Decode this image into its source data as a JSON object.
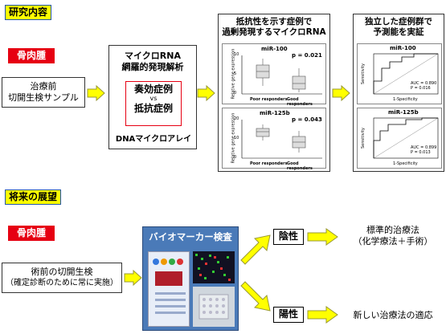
{
  "section1": {
    "header": "研究内容",
    "badge": "骨肉腫",
    "input_box": [
      "治療前",
      "切開生検サンプル"
    ],
    "analysis": {
      "title": [
        "マイクロRNA",
        "網羅的発現解析"
      ],
      "inner": [
        "奏効症例",
        "vs",
        "抵抗症例"
      ],
      "footer": "DNAマイクロアレイ"
    },
    "resistance": {
      "title": [
        "抵抗性を示す症例で",
        "過剰発現するマイクロRNA"
      ],
      "plots": [
        {
          "name": "miR-100",
          "p": "p = 0.021",
          "ylabel": "Relative gene expression",
          "xlabels": [
            "Poor responders",
            "Good responders"
          ],
          "yticks": [
            "10",
            "5",
            "0"
          ]
        },
        {
          "name": "miR-125b",
          "p": "p = 0.043",
          "ylabel": "Relative gene expression",
          "xlabels": [
            "Poor responders",
            "Good responders"
          ],
          "yticks": [
            "20",
            "10",
            "0"
          ]
        }
      ]
    },
    "validation": {
      "title": [
        "独立した症例群で",
        "予測能を実証"
      ],
      "plots": [
        {
          "name": "miR-100",
          "ylabel": "Sensitivity",
          "xlabel": "1-Specificity",
          "auc": [
            "AUC = 0.890",
            "P = 0.016"
          ]
        },
        {
          "name": "miR-125b",
          "ylabel": "Sensitivity",
          "xlabel": "1-Specificity",
          "auc": [
            "AUC = 0.899",
            "P = 0.013"
          ]
        }
      ]
    }
  },
  "section2": {
    "header": "将来の展望",
    "badge": "骨肉腫",
    "input_box": [
      "術前の切開生検",
      "（確定診断のために常に実施）"
    ],
    "biomarker_title": "バイオマーカー検査",
    "negative": {
      "label": "陰性",
      "result": [
        "標準的治療法",
        "（化学療法＋手術）"
      ]
    },
    "positive": {
      "label": "陽性",
      "result": [
        "新しい治療法の適応"
      ]
    }
  },
  "colors": {
    "header_bg": "#ffff00",
    "badge_bg": "#e60012",
    "arrow_fill": "#ffff00",
    "arrow_stroke": "#999933",
    "biomarker_bg": "#4a7ab8"
  }
}
